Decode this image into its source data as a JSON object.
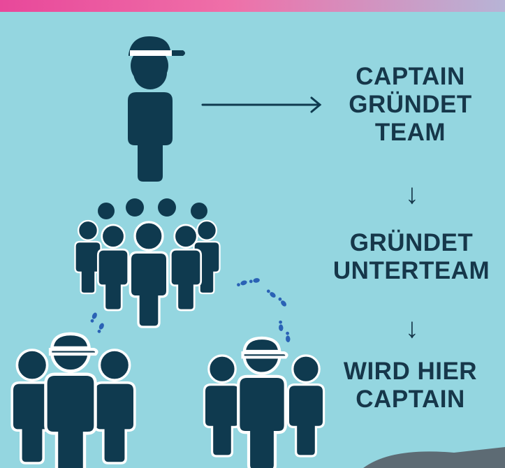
{
  "colors": {
    "background": "#94d6e0",
    "figure": "#0f3a4f",
    "outline": "#ffffff",
    "text": "#16374a",
    "footprints": "#2a62b5",
    "top_bar_start": "#e8489a",
    "top_bar_end": "#b7b4d6"
  },
  "icons": {
    "captain": "captain-person-icon",
    "team": "team-group-icon",
    "subteam": "captain-subteam-icon",
    "footprints": "footprints-icon"
  },
  "flow": {
    "step1_lines": [
      "CAPTAIN",
      "GRÜNDET",
      "TEAM"
    ],
    "arrow1": "↓",
    "step2_lines": [
      "GRÜNDET",
      "UNTERTEAM"
    ],
    "arrow2": "↓",
    "step3_lines": [
      "WIRD HIER",
      "CAPTAIN"
    ]
  }
}
